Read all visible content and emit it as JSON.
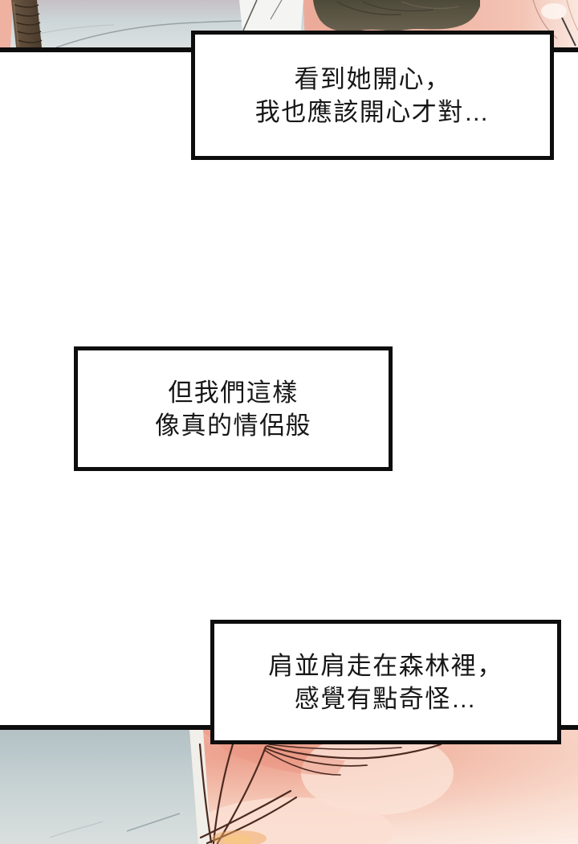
{
  "comic": {
    "bubbles": [
      {
        "lines": [
          "看到她開心，",
          "我也應該開心才對…"
        ]
      },
      {
        "lines": [
          "但我們這樣",
          "像真的情侶般"
        ]
      },
      {
        "lines": [
          "肩並肩走在森林裡，",
          "感覺有點奇怪…"
        ]
      }
    ],
    "colors": {
      "paper": "#ffffff",
      "ink_border": "#0d0d0d",
      "text": "#171717",
      "top_cloth_blue": "#ccd5d7",
      "braid_brown": "#5d4a38",
      "hair_olive": "#565140",
      "skin_pink": "#eeb3a3",
      "skin_pale": "#fbe7de",
      "bottom_cloth_blue": "#bfccd0",
      "strand_maroon": "#4c2a21",
      "glow_orange": "#eda75d"
    }
  }
}
